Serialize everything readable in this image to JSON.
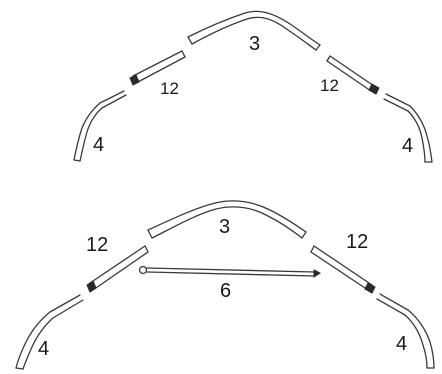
{
  "figure_top": {
    "labels": {
      "ridge": "3",
      "left_upper": "12",
      "right_upper": "12",
      "left_leg": "4",
      "right_leg": "4"
    }
  },
  "figure_bottom": {
    "labels": {
      "ridge": "3",
      "left_upper": "12",
      "right_upper": "12",
      "crossbar": "6",
      "left_leg": "4",
      "right_leg": "4"
    }
  }
}
